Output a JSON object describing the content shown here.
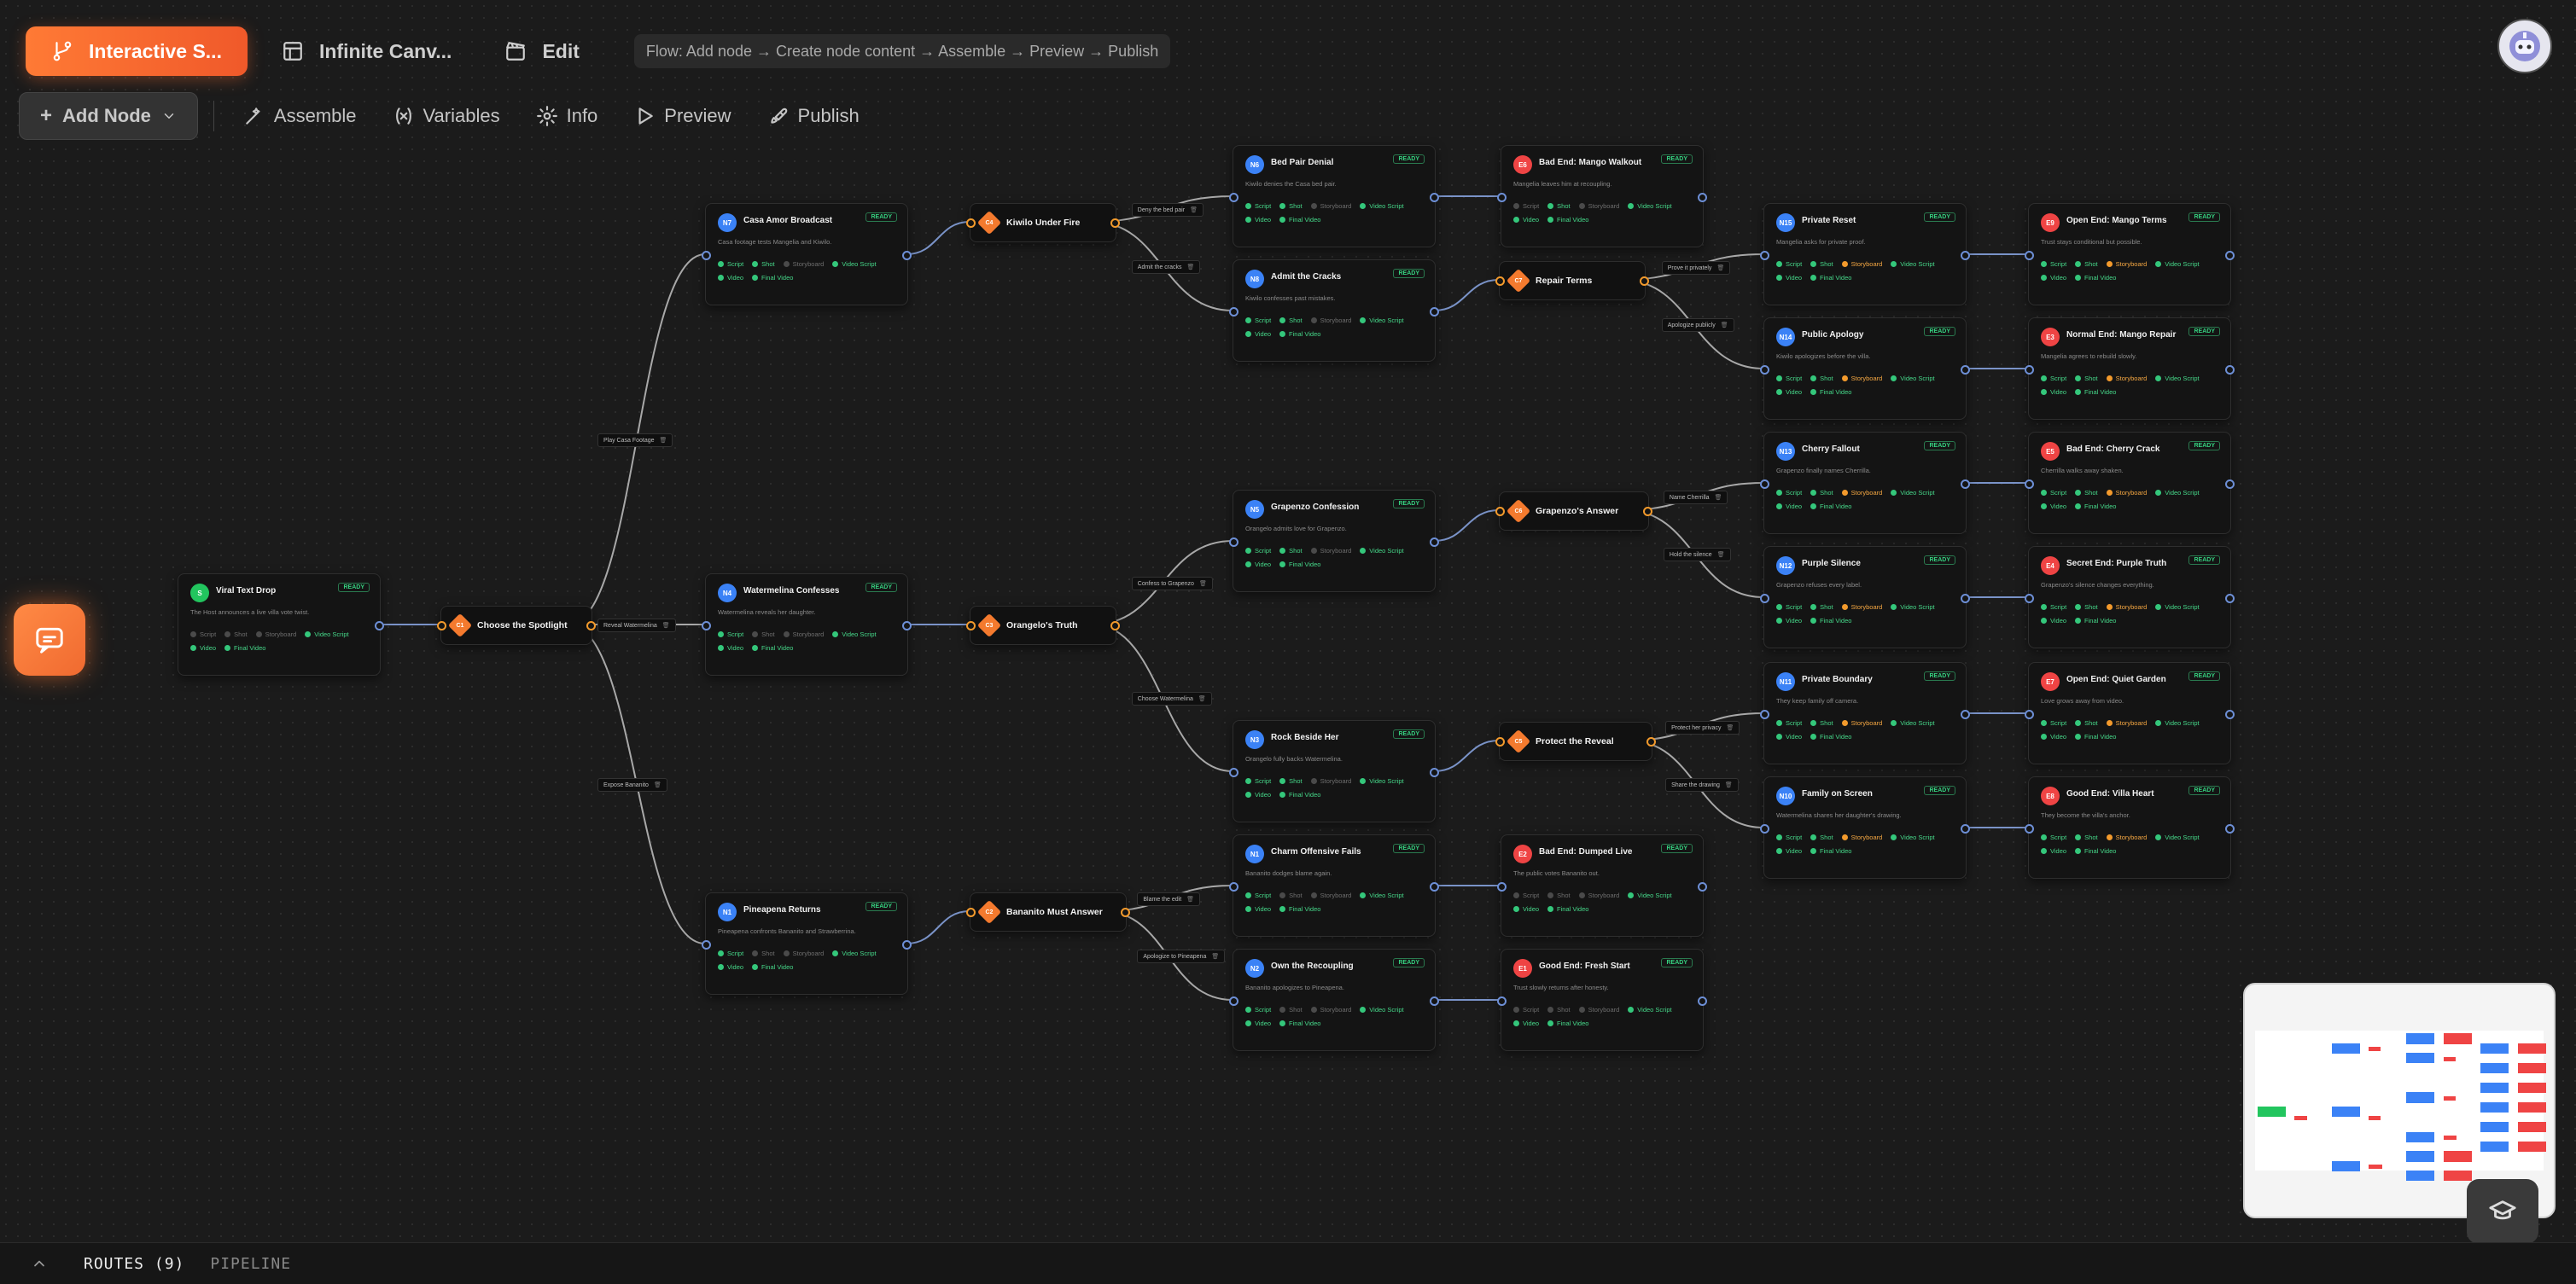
{
  "top_tabs": {
    "active": "Interactive S...",
    "canvas": "Infinite Canv...",
    "edit": "Edit"
  },
  "flow_hint": "Flow: Add node → Create node content → Assemble → Preview → Publish",
  "toolbar": {
    "add_node": "Add Node",
    "assemble": "Assemble",
    "variables": "Variables",
    "info": "Info",
    "preview": "Preview",
    "publish": "Publish"
  },
  "bottom": {
    "routes": "ROUTES (9)",
    "pipeline": "PIPELINE"
  },
  "colors": {
    "accent": "#f26a2e",
    "ready": "#35d07f",
    "scene": "#3b82f6",
    "ending": "#ef4444",
    "start": "#22c55e",
    "decision": "#f47a2e"
  },
  "nodes": [
    {
      "id": "S",
      "title": "Viral Text Drop",
      "desc": "The Host announces a live villa vote twist.",
      "status": "READY",
      "kind": "start",
      "steps": [
        "off",
        "off",
        "off",
        "on",
        "on",
        "on"
      ]
    },
    {
      "id": "N7",
      "title": "Casa Amor Broadcast",
      "desc": "Casa footage tests Mangelia and Kiwilo.",
      "status": "READY",
      "kind": "scene",
      "steps": [
        "on",
        "on",
        "off",
        "on",
        "on",
        "on"
      ]
    },
    {
      "id": "N4",
      "title": "Watermelina Confesses",
      "desc": "Watermelina reveals her daughter.",
      "status": "READY",
      "kind": "scene",
      "steps": [
        "on",
        "off",
        "off",
        "on",
        "on",
        "on"
      ]
    },
    {
      "id": "N1",
      "title": "Pineapena Returns",
      "desc": "Pineapena confronts Bananito and Strawberrina.",
      "status": "READY",
      "kind": "scene",
      "steps": [
        "on",
        "off",
        "off",
        "on",
        "on",
        "on"
      ]
    },
    {
      "id": "N6",
      "title": "Bed Pair Denial",
      "desc": "Kiwilo denies the Casa bed pair.",
      "status": "READY",
      "kind": "scene",
      "steps": [
        "on",
        "on",
        "off",
        "on",
        "on",
        "on"
      ]
    },
    {
      "id": "N8",
      "title": "Admit the Cracks",
      "desc": "Kiwilo confesses past mistakes.",
      "status": "READY",
      "kind": "scene",
      "steps": [
        "on",
        "on",
        "off",
        "on",
        "on",
        "on"
      ]
    },
    {
      "id": "N5",
      "title": "Grapenzo Confession",
      "desc": "Orangelo admits love for Grapenzo.",
      "status": "READY",
      "kind": "scene",
      "steps": [
        "on",
        "on",
        "off",
        "on",
        "on",
        "on"
      ]
    },
    {
      "id": "N3",
      "title": "Rock Beside Her",
      "desc": "Orangelo fully backs Watermelina.",
      "status": "READY",
      "kind": "scene",
      "steps": [
        "on",
        "on",
        "off",
        "on",
        "on",
        "on"
      ]
    },
    {
      "id": "N1",
      "title": "Charm Offensive Fails",
      "desc": "Bananito dodges blame again.",
      "status": "READY",
      "kind": "scene",
      "steps": [
        "on",
        "off",
        "off",
        "on",
        "on",
        "on"
      ]
    },
    {
      "id": "N2",
      "title": "Own the Recoupling",
      "desc": "Bananito apologizes to Pineapena.",
      "status": "READY",
      "kind": "scene",
      "steps": [
        "on",
        "off",
        "off",
        "on",
        "on",
        "on"
      ]
    },
    {
      "id": "E6",
      "title": "Bad End: Mango Walkout",
      "desc": "Mangelia leaves him at recoupling.",
      "status": "READY",
      "kind": "ending",
      "steps": [
        "off",
        "on",
        "off",
        "on",
        "on",
        "on"
      ]
    },
    {
      "id": "E2",
      "title": "Bad End: Dumped Live",
      "desc": "The public votes Bananito out.",
      "status": "READY",
      "kind": "ending",
      "steps": [
        "off",
        "off",
        "off",
        "on",
        "on",
        "on"
      ]
    },
    {
      "id": "E1",
      "title": "Good End: Fresh Start",
      "desc": "Trust slowly returns after honesty.",
      "status": "READY",
      "kind": "ending",
      "steps": [
        "off",
        "off",
        "off",
        "on",
        "on",
        "on"
      ]
    },
    {
      "id": "N15",
      "title": "Private Reset",
      "desc": "Mangelia asks for private proof.",
      "status": "READY",
      "kind": "scene",
      "steps": [
        "on",
        "on",
        "or",
        "on",
        "on",
        "on"
      ]
    },
    {
      "id": "N14",
      "title": "Public Apology",
      "desc": "Kiwilo apologizes before the villa.",
      "status": "READY",
      "kind": "scene",
      "steps": [
        "on",
        "on",
        "or",
        "on",
        "on",
        "on"
      ]
    },
    {
      "id": "N13",
      "title": "Cherry Fallout",
      "desc": "Grapenzo finally names Cherrilla.",
      "status": "READY",
      "kind": "scene",
      "steps": [
        "on",
        "on",
        "or",
        "on",
        "on",
        "on"
      ]
    },
    {
      "id": "N12",
      "title": "Purple Silence",
      "desc": "Grapenzo refuses every label.",
      "status": "READY",
      "kind": "scene",
      "steps": [
        "on",
        "on",
        "or",
        "on",
        "on",
        "on"
      ]
    },
    {
      "id": "N11",
      "title": "Private Boundary",
      "desc": "They keep family off camera.",
      "status": "READY",
      "kind": "scene",
      "steps": [
        "on",
        "on",
        "or",
        "on",
        "on",
        "on"
      ]
    },
    {
      "id": "N10",
      "title": "Family on Screen",
      "desc": "Watermelina shares her daughter's drawing.",
      "status": "READY",
      "kind": "scene",
      "steps": [
        "on",
        "on",
        "or",
        "on",
        "on",
        "on"
      ]
    },
    {
      "id": "E9",
      "title": "Open End: Mango Terms",
      "desc": "Trust stays conditional but possible.",
      "status": "READY",
      "kind": "ending",
      "steps": [
        "on",
        "on",
        "or",
        "on",
        "on",
        "on"
      ]
    },
    {
      "id": "E3",
      "title": "Normal End: Mango Repair",
      "desc": "Mangelia agrees to rebuild slowly.",
      "status": "READY",
      "kind": "ending",
      "steps": [
        "on",
        "on",
        "or",
        "on",
        "on",
        "on"
      ]
    },
    {
      "id": "E5",
      "title": "Bad End: Cherry Crack",
      "desc": "Cherrilla walks away shaken.",
      "status": "READY",
      "kind": "ending",
      "steps": [
        "on",
        "on",
        "or",
        "on",
        "on",
        "on"
      ]
    },
    {
      "id": "E4",
      "title": "Secret End: Purple Truth",
      "desc": "Grapenzo's silence changes everything.",
      "status": "READY",
      "kind": "ending",
      "steps": [
        "on",
        "on",
        "or",
        "on",
        "on",
        "on"
      ]
    },
    {
      "id": "E7",
      "title": "Open End: Quiet Garden",
      "desc": "Love grows away from video.",
      "status": "READY",
      "kind": "ending",
      "steps": [
        "on",
        "on",
        "or",
        "on",
        "on",
        "on"
      ]
    },
    {
      "id": "E8",
      "title": "Good End: Villa Heart",
      "desc": "They become the villa's anchor.",
      "status": "READY",
      "kind": "ending",
      "steps": [
        "on",
        "on",
        "or",
        "on",
        "on",
        "on"
      ]
    }
  ],
  "step_labels": [
    "Script",
    "Shot",
    "Storyboard",
    "Video Script",
    "Video",
    "Final Video"
  ],
  "choices": [
    {
      "id": "C1",
      "title": "Choose the Spotlight"
    },
    {
      "id": "C4",
      "title": "Kiwilo Under Fire"
    },
    {
      "id": "C3",
      "title": "Orangelo's Truth"
    },
    {
      "id": "C2",
      "title": "Bananito Must Answer"
    },
    {
      "id": "C7",
      "title": "Repair Terms"
    },
    {
      "id": "C6",
      "title": "Grapenzo's Answer"
    },
    {
      "id": "C5",
      "title": "Protect the Reveal"
    }
  ],
  "edge_labels": [
    "Play Casa Footage",
    "Reveal Watermelina",
    "Expose Bananito",
    "Deny the bed pair",
    "Admit the cracks",
    "Confess to Grapenzo",
    "Choose Watermelina",
    "Blame the edit",
    "Apologize to Pineapena",
    "Prove it privately",
    "Apologize publicly",
    "Name Cherrilla",
    "Hold the silence",
    "Protect her privacy",
    "Share the drawing"
  ]
}
